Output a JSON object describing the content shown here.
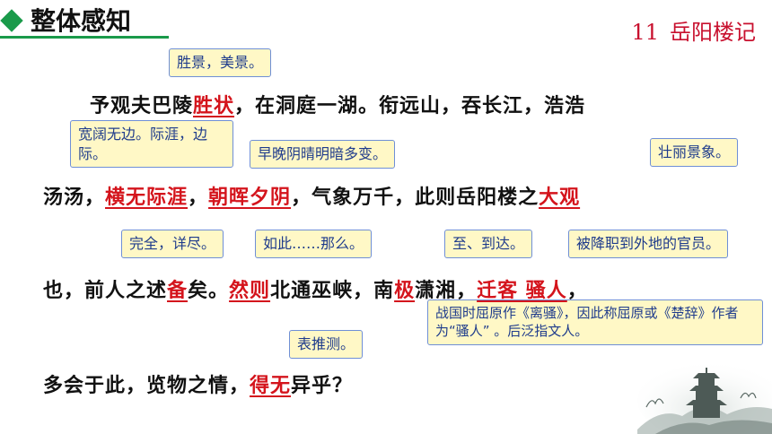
{
  "header": {
    "title": "整体感知"
  },
  "lesson": {
    "number": "11",
    "title": "岳阳楼记"
  },
  "notes": {
    "n1": "胜景，美景。",
    "n2": "宽阔无边。际涯，边际。",
    "n3": "早晚阴晴明暗多变。",
    "n4": "壮丽景象。",
    "n5": "完全，详尽。",
    "n6": "如此……那么。",
    "n7": "至、到达。",
    "n8": "被降职到外地的官员。",
    "n9": "战国时屈原作《离骚》，因此称屈原或《楚辞》作者为“骚人” 。后泛指文人。",
    "n10": "表推测。"
  },
  "text": {
    "l1_a": "予观夫巴陵",
    "l1_hl1": "胜状",
    "l1_b": "，在洞庭一湖。衔远山，吞长江，浩浩",
    "l2_a": "汤汤，",
    "l2_hl1": "横无际涯",
    "l2_b": "，",
    "l2_hl2": "朝晖夕阴",
    "l2_c": "，气象万千，此则岳阳楼之",
    "l2_hl3": "大观",
    "l3_a": "也，前人之述",
    "l3_hl1": "备",
    "l3_b": "矣。",
    "l3_hl2": "然则",
    "l3_c": "北通巫峡，南",
    "l3_hl3": "极",
    "l3_d": "潇湘，",
    "l3_hl4": "迁客 骚人",
    "l3_e": "，",
    "l4_a": "多会于此，览物之情，",
    "l4_hl1": "得无",
    "l4_b": "异乎？"
  }
}
